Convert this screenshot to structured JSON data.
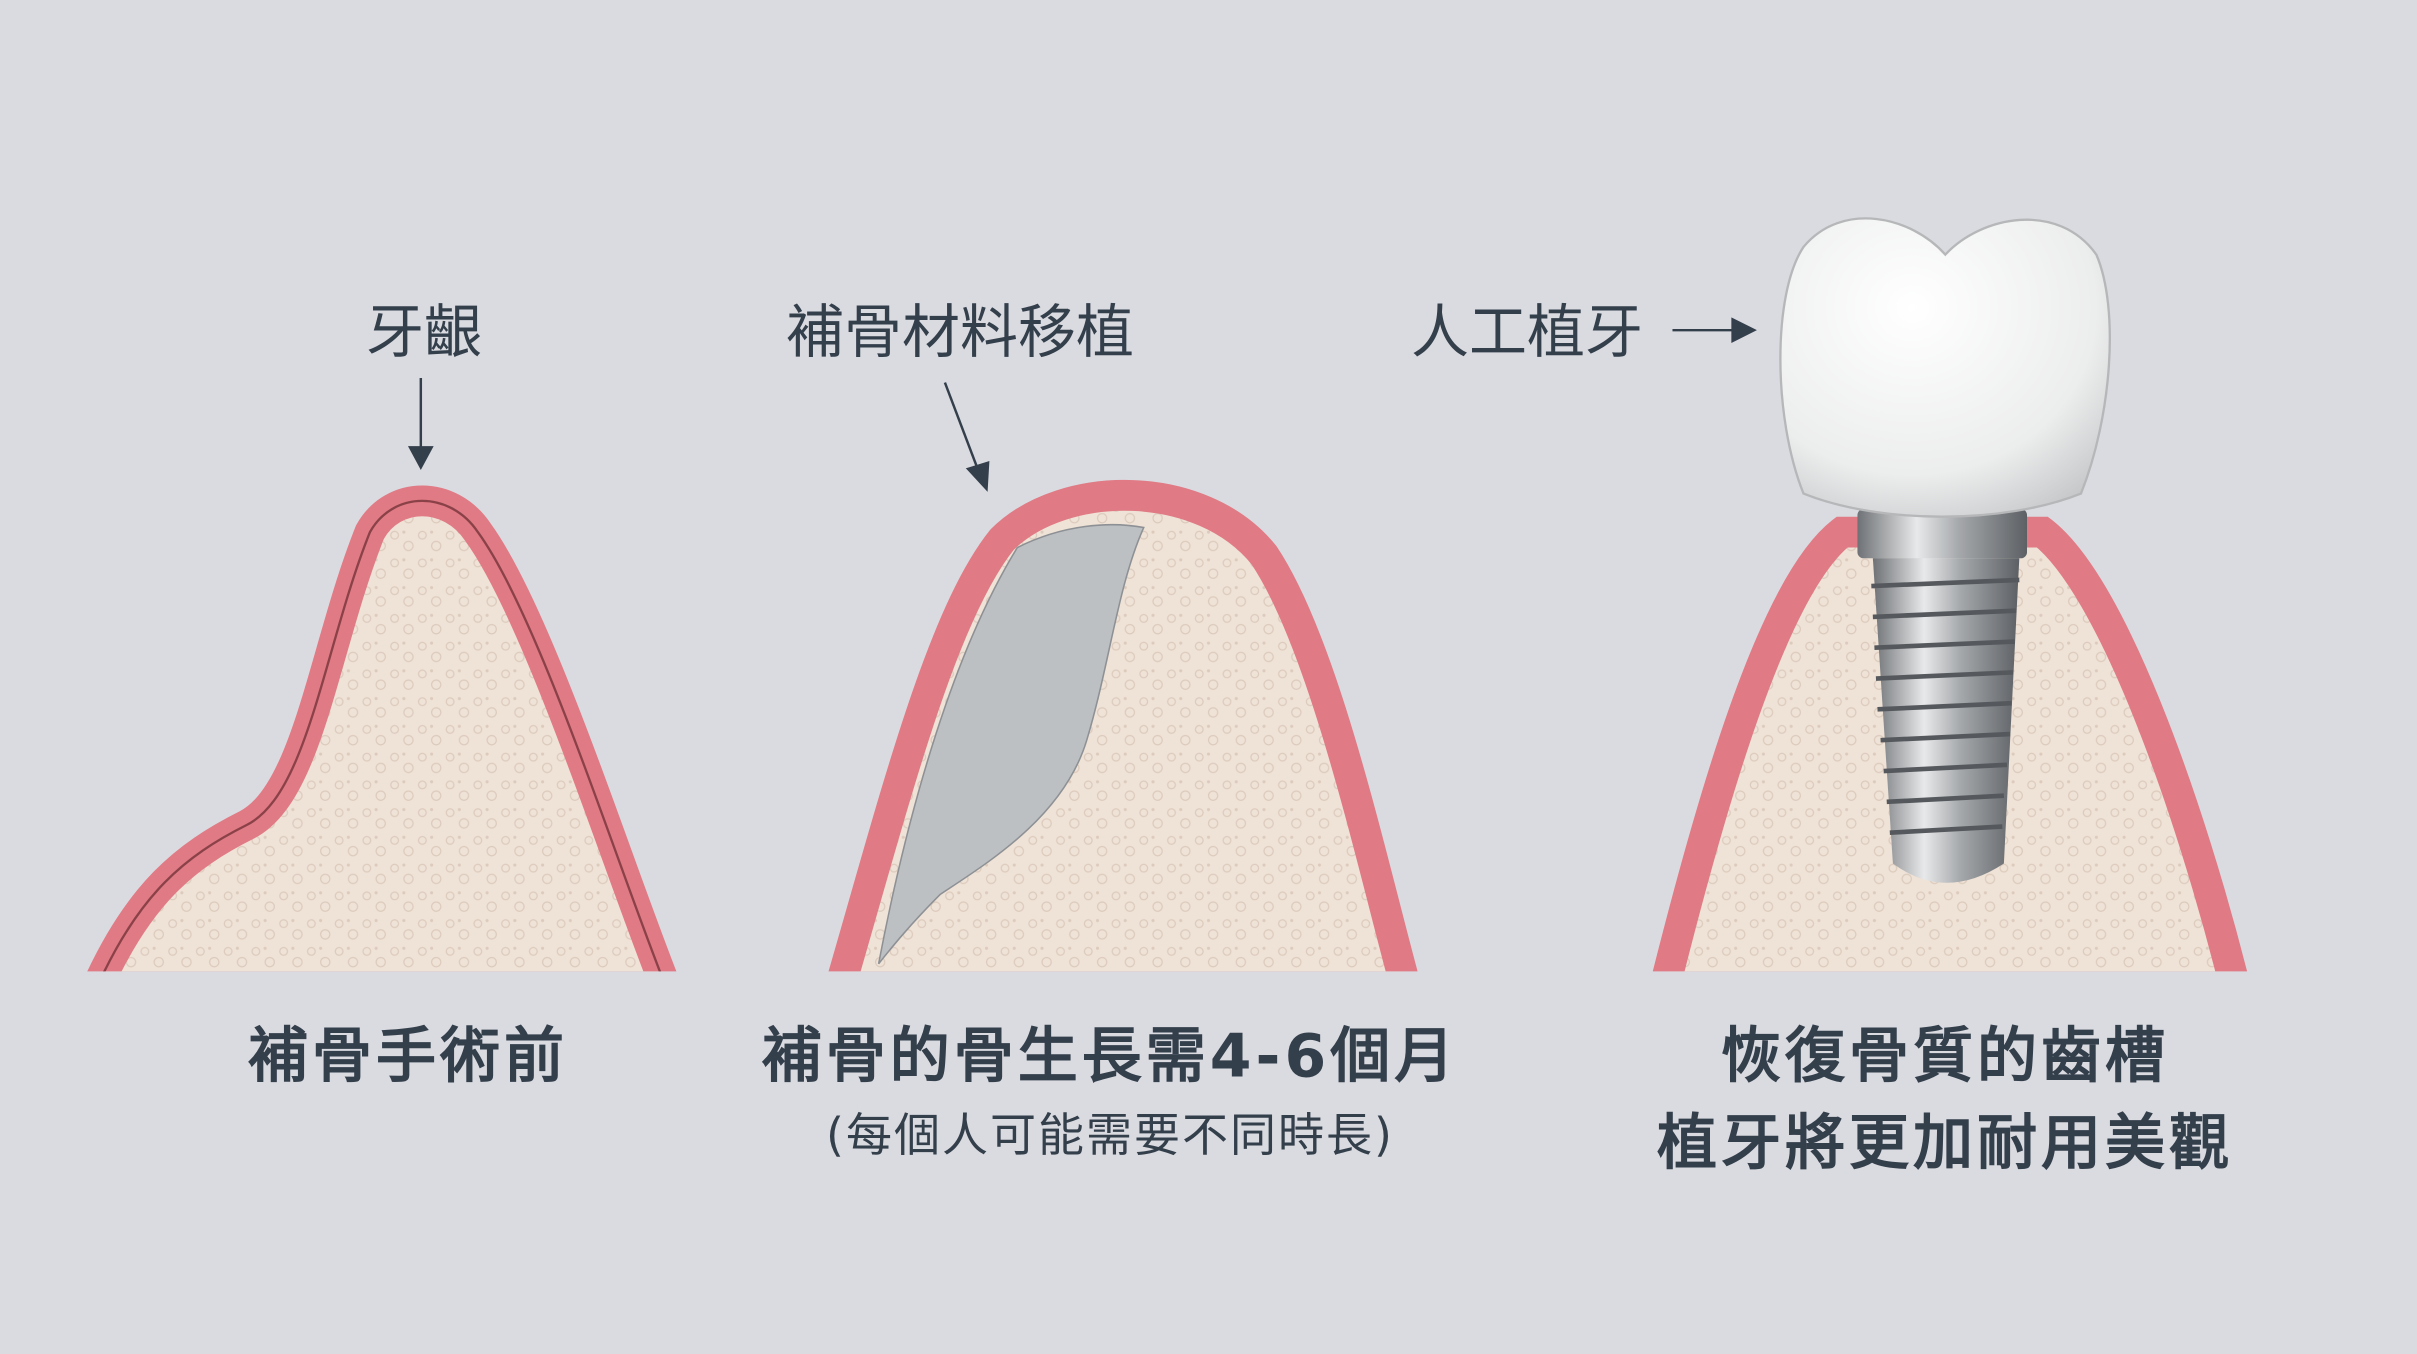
{
  "colors": {
    "background": "#dadbe0",
    "text": "#343f4c",
    "gum": "#e07a84",
    "bone": "#efe2d6",
    "graft": "#b9bcc0"
  },
  "panels": [
    {
      "top_label": "牙齦",
      "caption": [
        "補骨手術前"
      ]
    },
    {
      "top_label": "補骨材料移植",
      "caption": [
        "補骨的骨生長需4-6個月"
      ],
      "note": "(每個人可能需要不同時長)"
    },
    {
      "top_label": "人工植牙",
      "caption": [
        "恢復骨質的齒槽",
        "植牙將更加耐用美觀"
      ]
    }
  ]
}
